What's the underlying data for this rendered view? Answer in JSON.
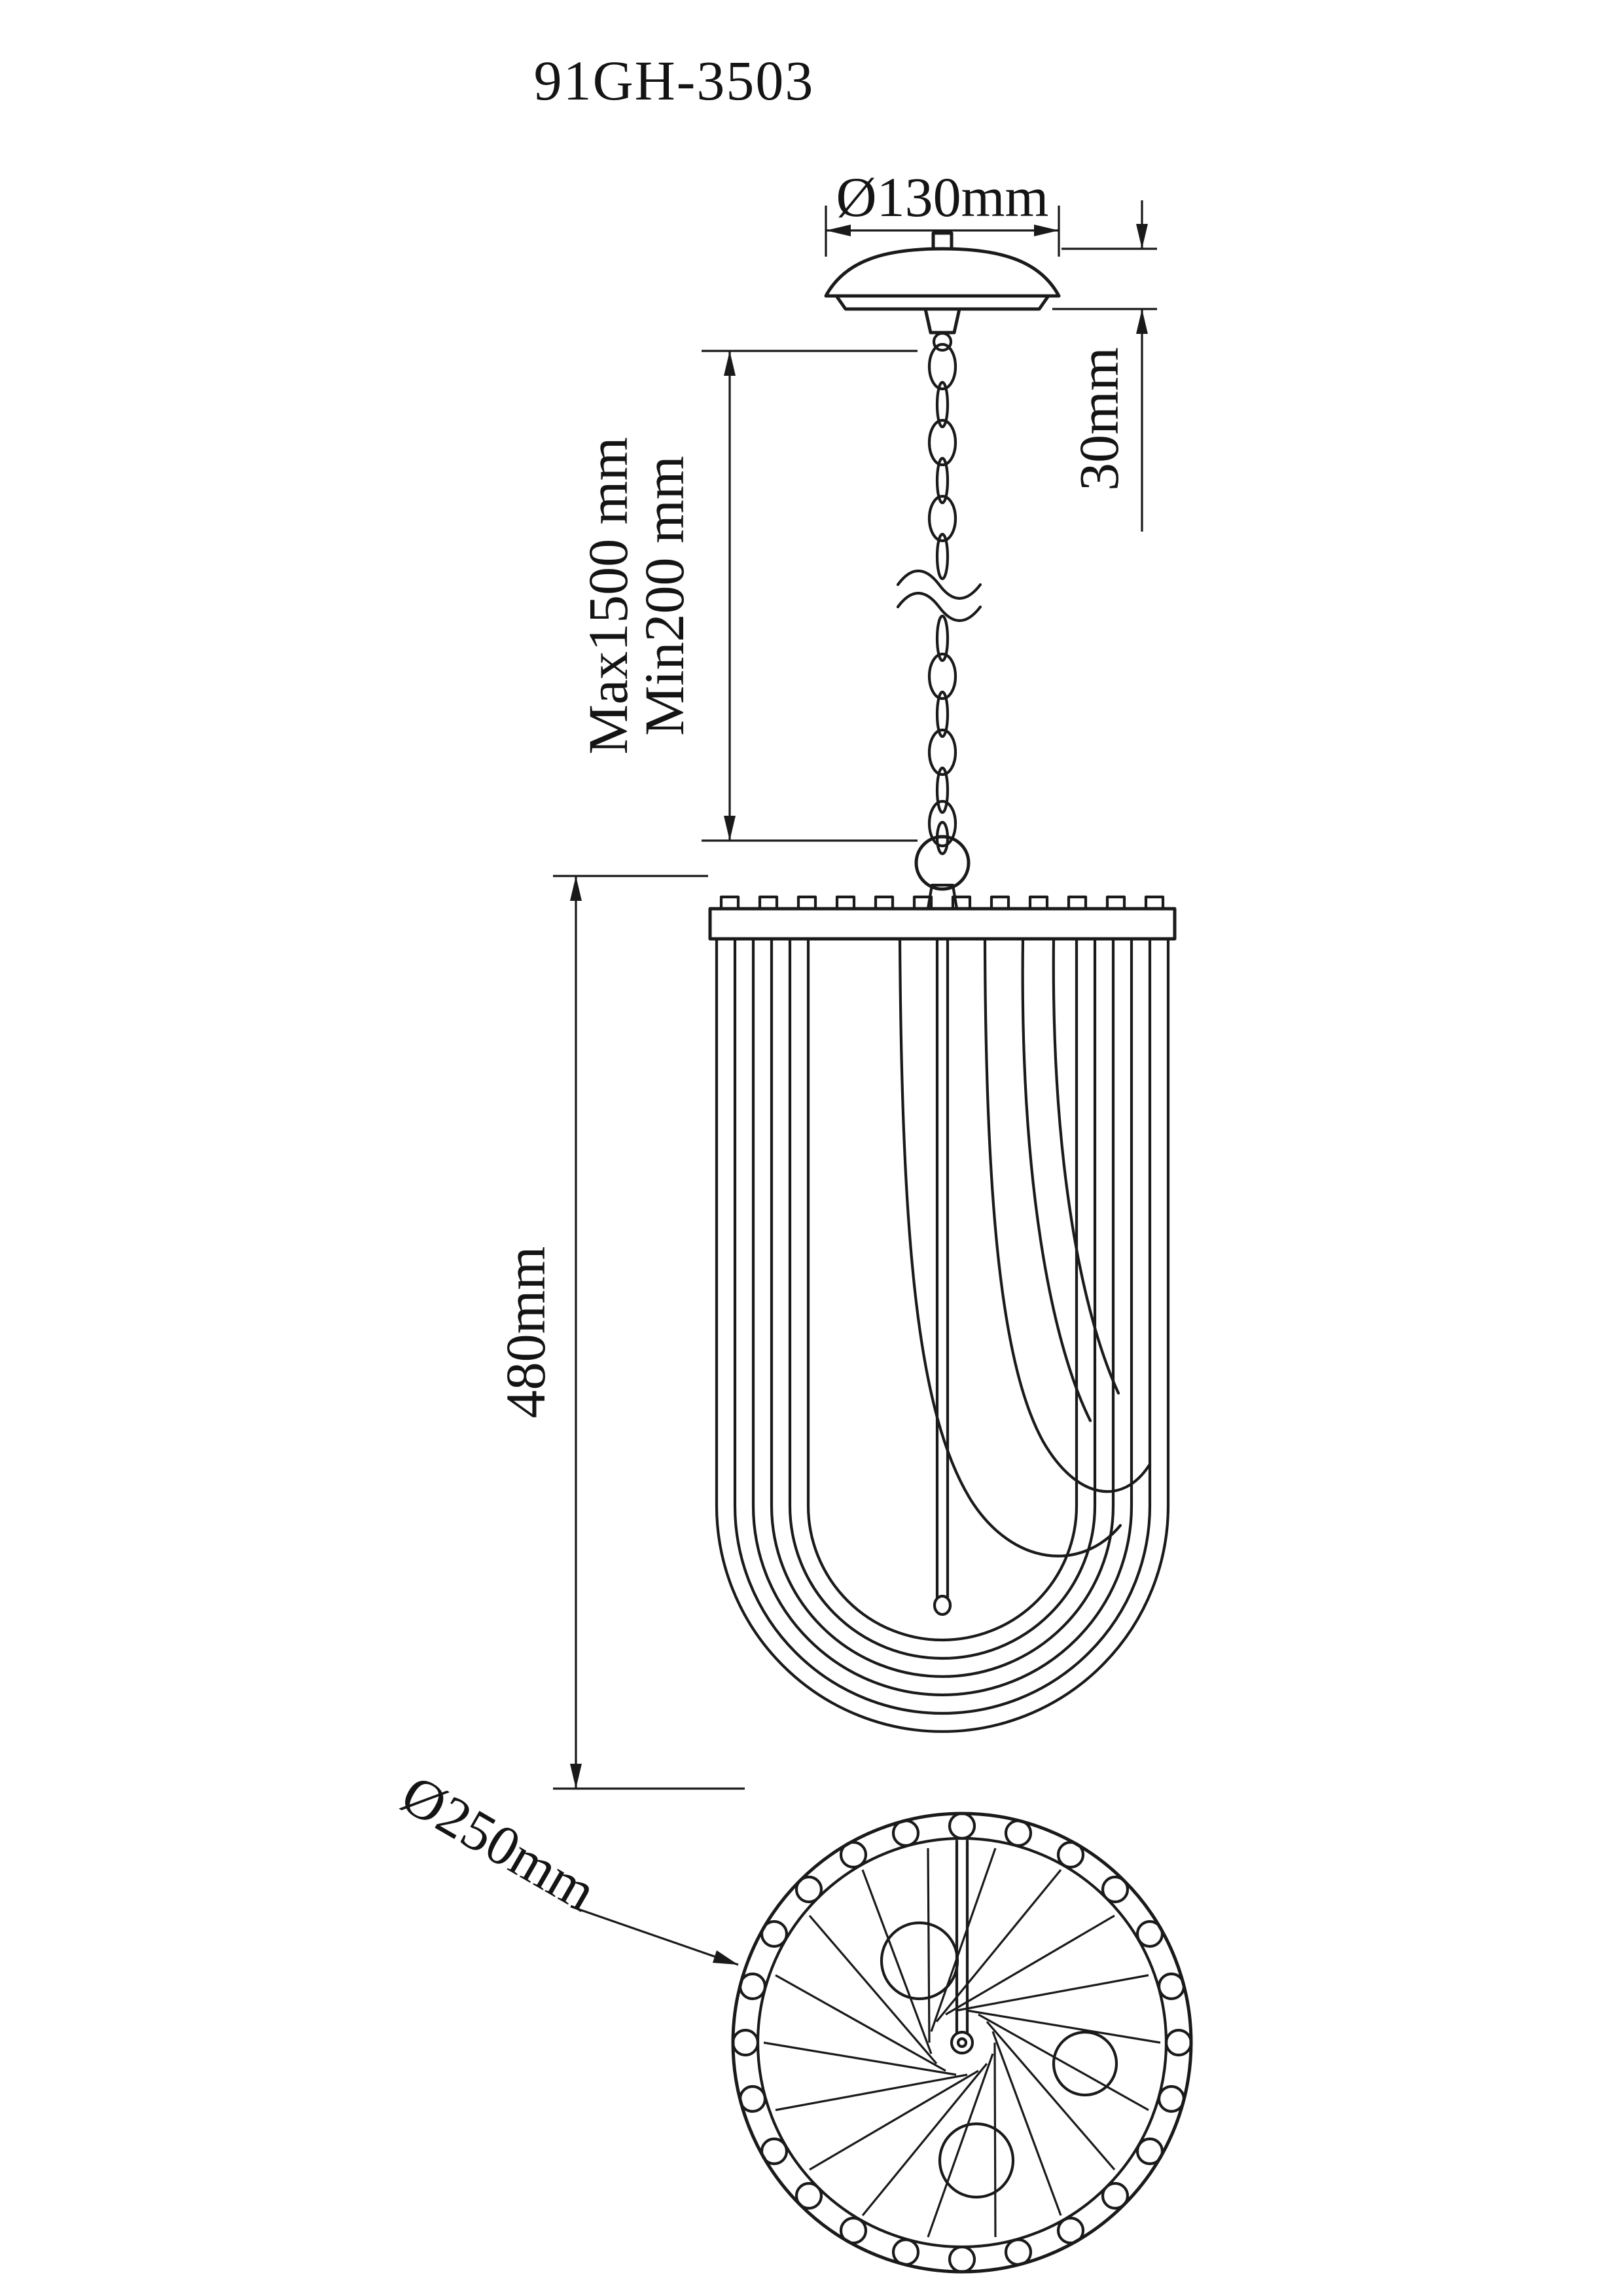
{
  "title": "91GH-3503",
  "dimensions": {
    "canopy_diameter": "Ø130mm",
    "canopy_height": "30mm",
    "suspension_max": "Max1500 mm",
    "suspension_min": "Min200 mm",
    "body_height": "480mm",
    "body_diameter": "Ø250mm"
  },
  "colors": {
    "line": "#1a1a1a",
    "background": "#ffffff"
  }
}
